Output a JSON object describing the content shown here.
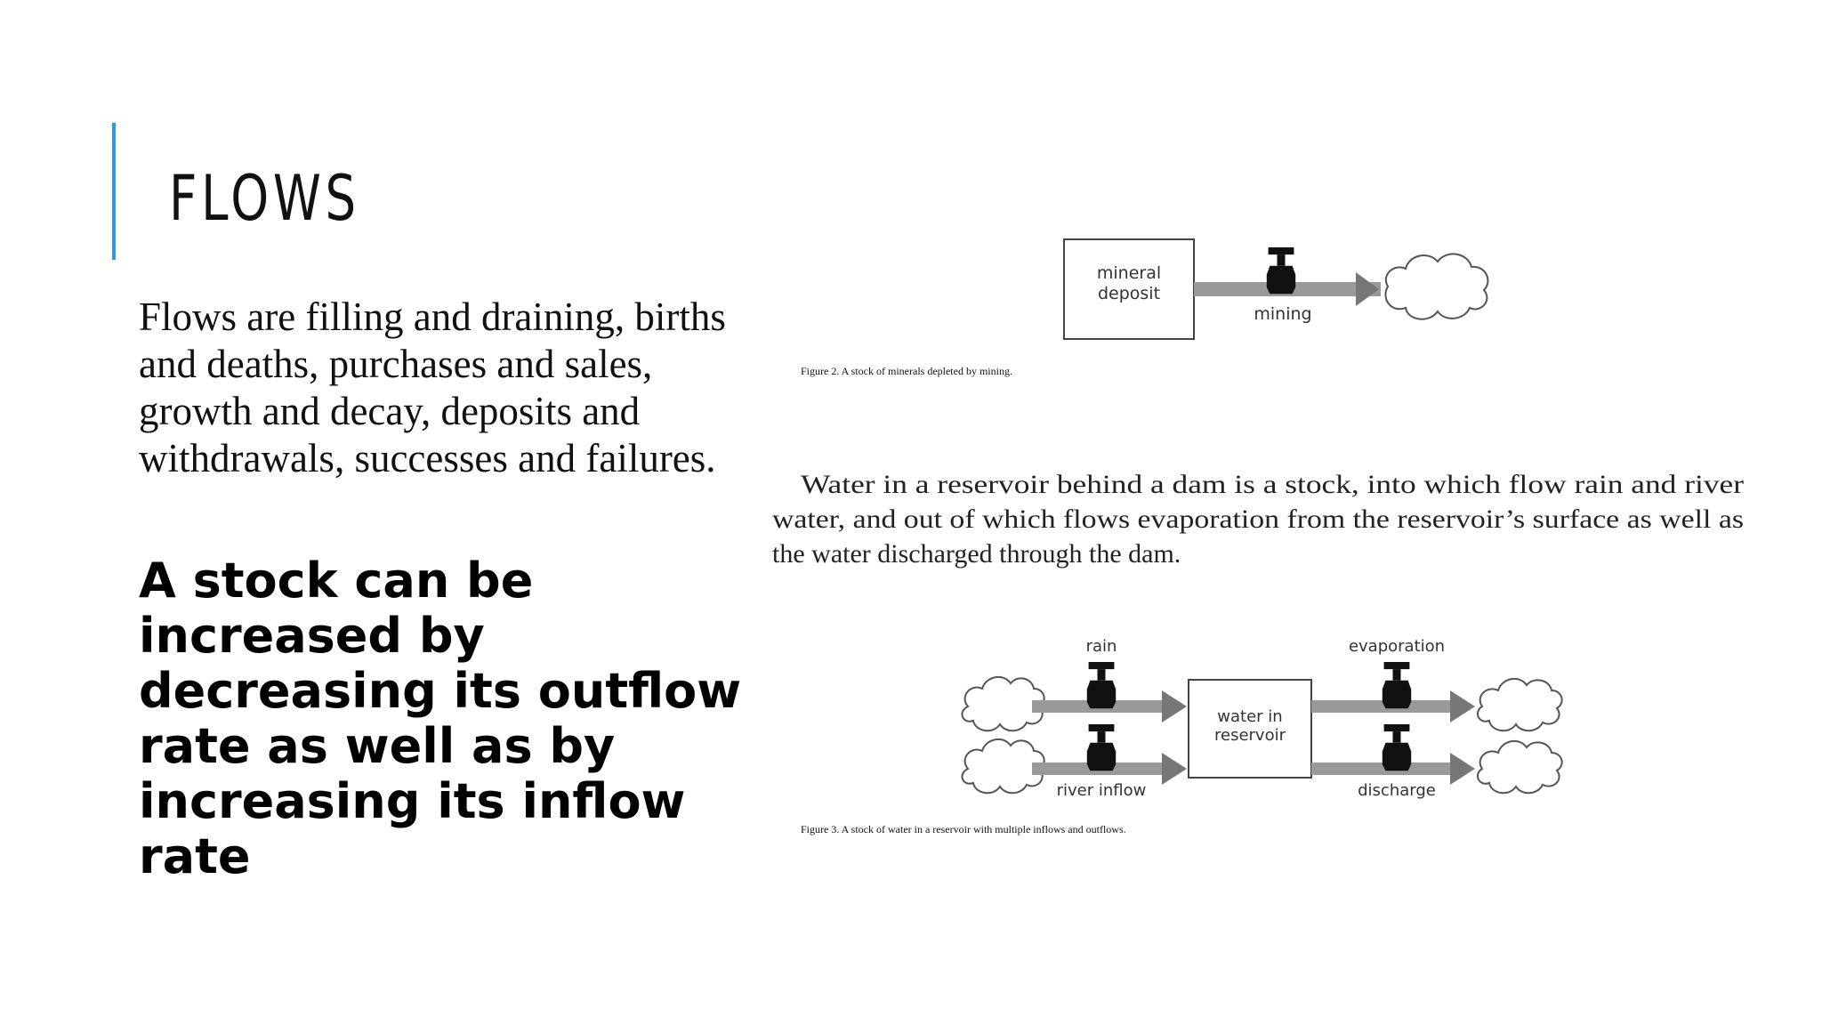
{
  "slide": {
    "title": "FLOWS",
    "body": "Flows are filling and draining, births and deaths, purchases and sales, growth and decay, deposits and withdrawals, successes and failures.",
    "emphasis": "A stock can be increased by decreasing its outflow rate as well as by increasing its inflow rate"
  },
  "colors": {
    "accent": "#2E9BD6"
  },
  "figure2": {
    "stock_label_1": "mineral",
    "stock_label_2": "deposit",
    "flow_label": "mining",
    "caption": "Figure 2. A stock of minerals depleted by mining."
  },
  "paragraph": {
    "line1": "Water in a reservoir behind a dam is a stock, into which flow rain and river",
    "line2": "water, and out of which flows evaporation from the reservoir’s surface as well as",
    "line3": "the water discharged through the dam."
  },
  "figure3": {
    "stock_label_1": "water in",
    "stock_label_2": "reservoir",
    "inflow_top": "rain",
    "inflow_bottom": "river inflow",
    "outflow_top": "evaporation",
    "outflow_bottom": "discharge",
    "caption": "Figure 3. A stock of water in a reservoir with multiple inflows and outflows."
  }
}
